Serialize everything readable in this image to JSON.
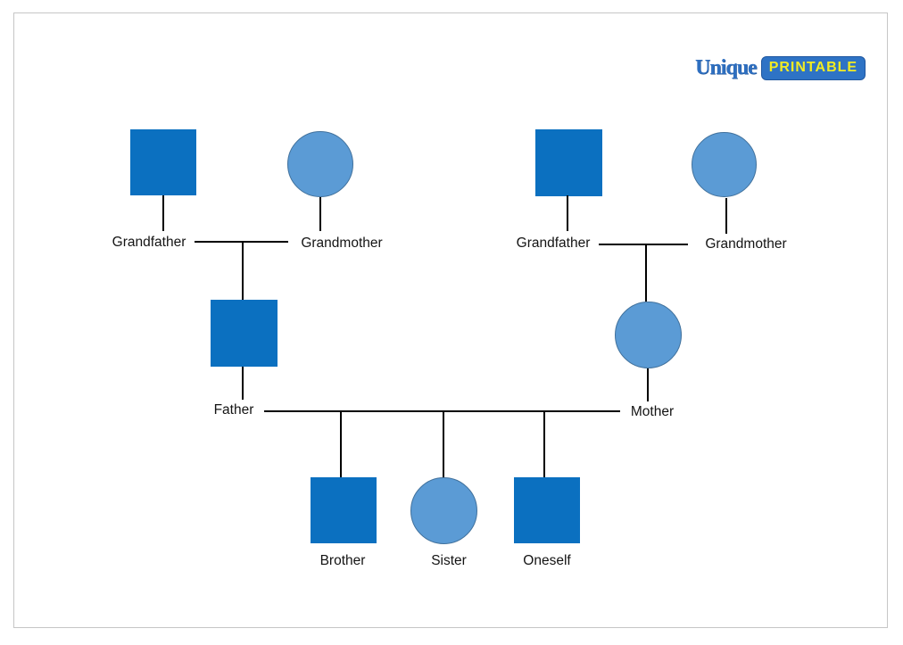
{
  "logo": {
    "brand": "Unique",
    "badge": "PRINTABLE",
    "brand_color": "#2e6fc0",
    "badge_bg": "#2e73c5",
    "badge_text_color": "#f2eb22"
  },
  "colors": {
    "male_fill": "#0b70c0",
    "female_fill": "#5b9bd5",
    "female_border": "#41719c",
    "connector": "#000000",
    "page_border": "#c6c6c6"
  },
  "nodes": [
    {
      "id": "paternal-grandfather",
      "label": "Grandfather",
      "gender": "male"
    },
    {
      "id": "paternal-grandmother",
      "label": "Grandmother",
      "gender": "female"
    },
    {
      "id": "maternal-grandfather",
      "label": "Grandfather",
      "gender": "male"
    },
    {
      "id": "maternal-grandmother",
      "label": "Grandmother",
      "gender": "female"
    },
    {
      "id": "father",
      "label": "Father",
      "gender": "male"
    },
    {
      "id": "mother",
      "label": "Mother",
      "gender": "female"
    },
    {
      "id": "brother",
      "label": "Brother",
      "gender": "male"
    },
    {
      "id": "sister",
      "label": "Sister",
      "gender": "female"
    },
    {
      "id": "oneself",
      "label": "Oneself",
      "gender": "male"
    }
  ]
}
